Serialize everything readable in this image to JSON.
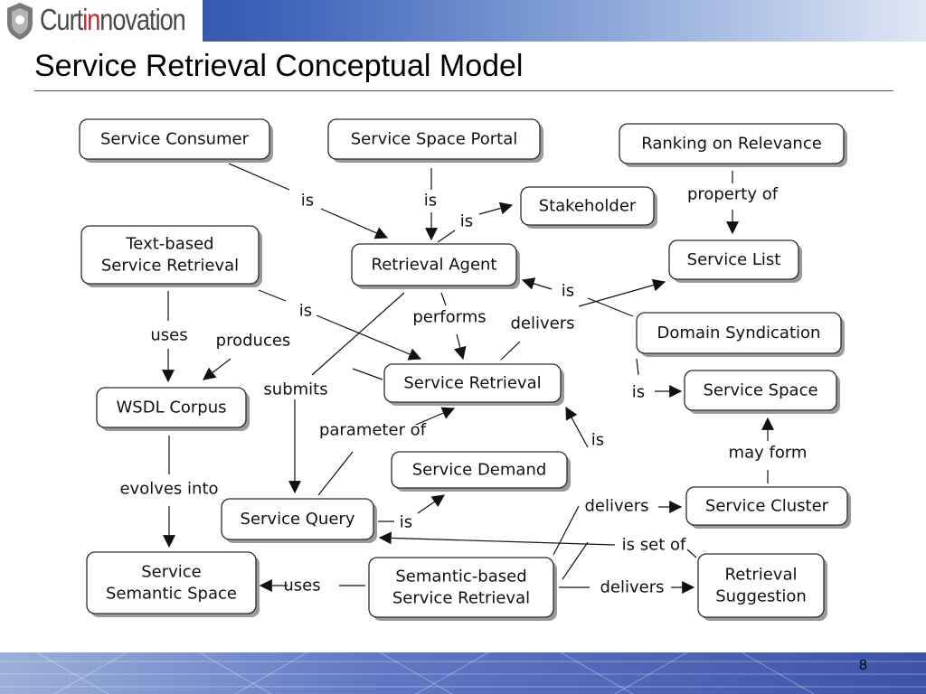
{
  "header": {
    "logo_text_part1": "Curt",
    "logo_text_part2": "in",
    "logo_text_part3": "novation",
    "title": "Service Retrieval Conceptual Model"
  },
  "footer": {
    "page_number": "8"
  },
  "colors": {
    "accent": "#c0272d",
    "header_blue": "#1f3f93"
  },
  "diagram": {
    "nodes": [
      {
        "id": "consumer",
        "lines": [
          "Service Consumer"
        ]
      },
      {
        "id": "portal",
        "lines": [
          "Service Space Portal"
        ]
      },
      {
        "id": "ranking",
        "lines": [
          "Ranking on Relevance"
        ]
      },
      {
        "id": "stakeholder",
        "lines": [
          "Stakeholder"
        ]
      },
      {
        "id": "text_based",
        "lines": [
          "Text-based",
          "Service Retrieval"
        ]
      },
      {
        "id": "agent",
        "lines": [
          "Retrieval Agent"
        ]
      },
      {
        "id": "service_list",
        "lines": [
          "Service List"
        ]
      },
      {
        "id": "domain_synd",
        "lines": [
          "Domain Syndication"
        ]
      },
      {
        "id": "wsdl",
        "lines": [
          "WSDL Corpus"
        ]
      },
      {
        "id": "retrieval",
        "lines": [
          "Service Retrieval"
        ]
      },
      {
        "id": "space",
        "lines": [
          "Service Space"
        ]
      },
      {
        "id": "demand",
        "lines": [
          "Service Demand"
        ]
      },
      {
        "id": "query",
        "lines": [
          "Service Query"
        ]
      },
      {
        "id": "cluster",
        "lines": [
          "Service Cluster"
        ]
      },
      {
        "id": "semantic_space",
        "lines": [
          "Service",
          "Semantic Space"
        ]
      },
      {
        "id": "semantic_based",
        "lines": [
          "Semantic-based",
          "Service Retrieval"
        ]
      },
      {
        "id": "suggestion",
        "lines": [
          "Retrieval",
          "Suggestion"
        ]
      }
    ],
    "edges": [
      {
        "from": "consumer",
        "to": "agent",
        "label": "is"
      },
      {
        "from": "portal",
        "to": "agent",
        "label": "is"
      },
      {
        "from": "agent",
        "to": "stakeholder",
        "label": "is"
      },
      {
        "from": "ranking",
        "to": "service_list",
        "label": "property of"
      },
      {
        "from": "text_based",
        "to": "retrieval",
        "label": "is"
      },
      {
        "from": "text_based",
        "to": "wsdl",
        "label": "uses"
      },
      {
        "from": "retrieval",
        "to": "wsdl",
        "label": "produces"
      },
      {
        "from": "agent",
        "to": "retrieval",
        "label": "performs"
      },
      {
        "from": "agent",
        "to": "query",
        "label": "submits"
      },
      {
        "from": "retrieval",
        "to": "service_list",
        "label": "delivers"
      },
      {
        "from": "domain_synd",
        "to": "agent",
        "label": "is"
      },
      {
        "from": "domain_synd",
        "to": "space",
        "label": "is"
      },
      {
        "from": "cluster",
        "to": "space",
        "label": "may form"
      },
      {
        "from": "wsdl",
        "to": "semantic_space",
        "label": "evolves into"
      },
      {
        "from": "query",
        "to": "retrieval",
        "label": "parameter of"
      },
      {
        "from": "query",
        "to": "demand",
        "label": "is"
      },
      {
        "from": "semantic_based",
        "to": "retrieval",
        "label": "is"
      },
      {
        "from": "semantic_based",
        "to": "cluster",
        "label": "delivers"
      },
      {
        "from": "suggestion",
        "to": "query",
        "label": "is set of"
      },
      {
        "from": "semantic_based",
        "to": "semantic_space",
        "label": "uses"
      },
      {
        "from": "semantic_based",
        "to": "suggestion",
        "label": "delivers"
      }
    ]
  }
}
